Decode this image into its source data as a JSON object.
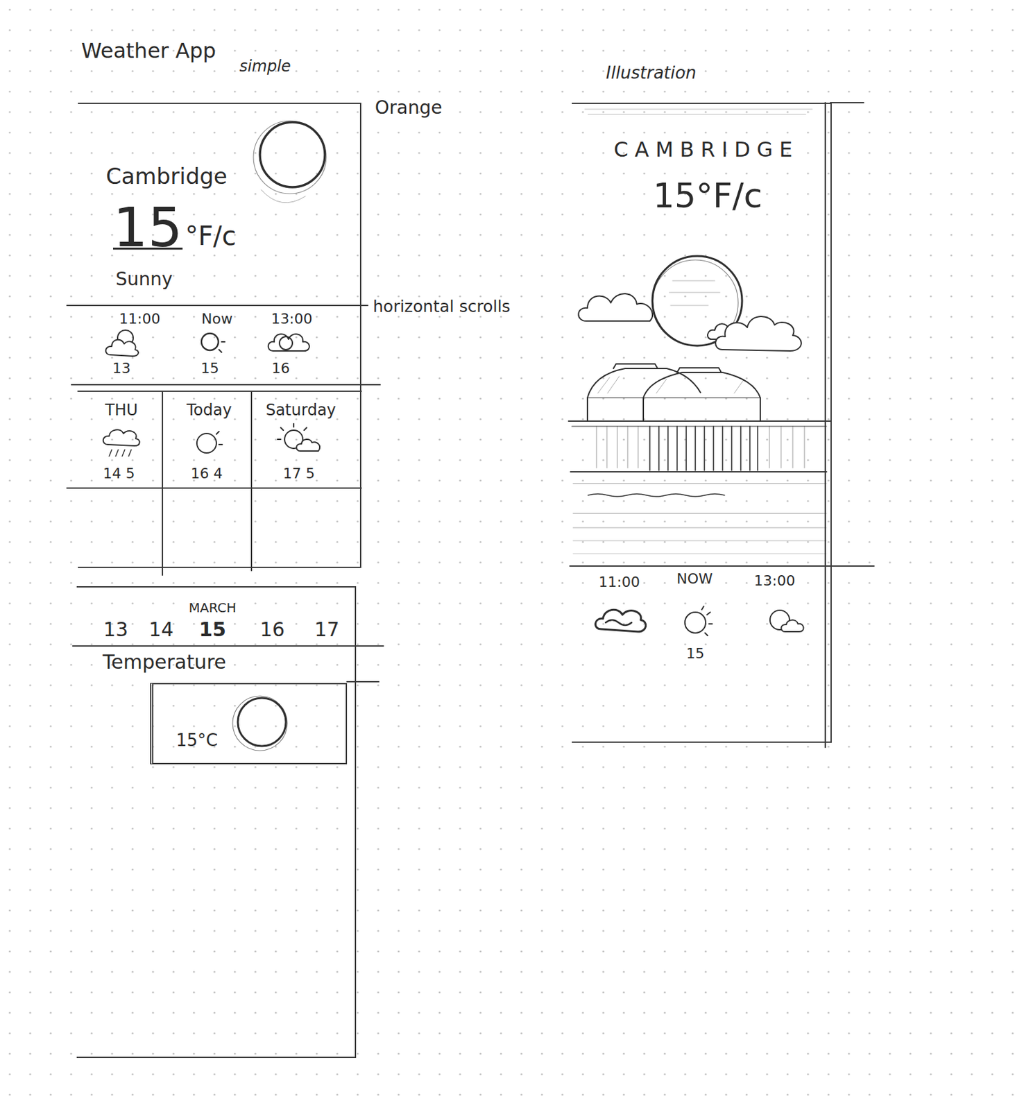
{
  "diagram": {
    "title": "Weather App",
    "nodes": [
      {
        "text": [
          "simple",
          "Cambridge",
          "15",
          "°F/c",
          "Sunny"
        ]
      },
      {
        "text": [
          "11:00",
          "Now",
          "13:00",
          "13",
          "15",
          "16"
        ],
        "in": 0
      },
      {
        "text": [
          "THU",
          "14 5"
        ],
        "in": 0
      },
      {
        "text": [
          "Today",
          "16 4"
        ],
        "in": 0
      },
      {
        "text": [
          "Saturday",
          "17 5"
        ],
        "in": 0
      },
      {
        "text": [
          "MARCH",
          "13",
          "14",
          "15",
          "16",
          "17",
          "Temperature"
        ]
      },
      {
        "text": [
          "15°C"
        ],
        "in": 5
      },
      {
        "text": [
          "Illustration",
          "CAMBRIDGE",
          "15°F/c"
        ]
      },
      {
        "text": [
          "11:00",
          "NOW",
          "13:00",
          "15"
        ],
        "in": 7
      }
    ],
    "labels": [
      "Orange",
      "horizontal scrolls"
    ]
  }
}
